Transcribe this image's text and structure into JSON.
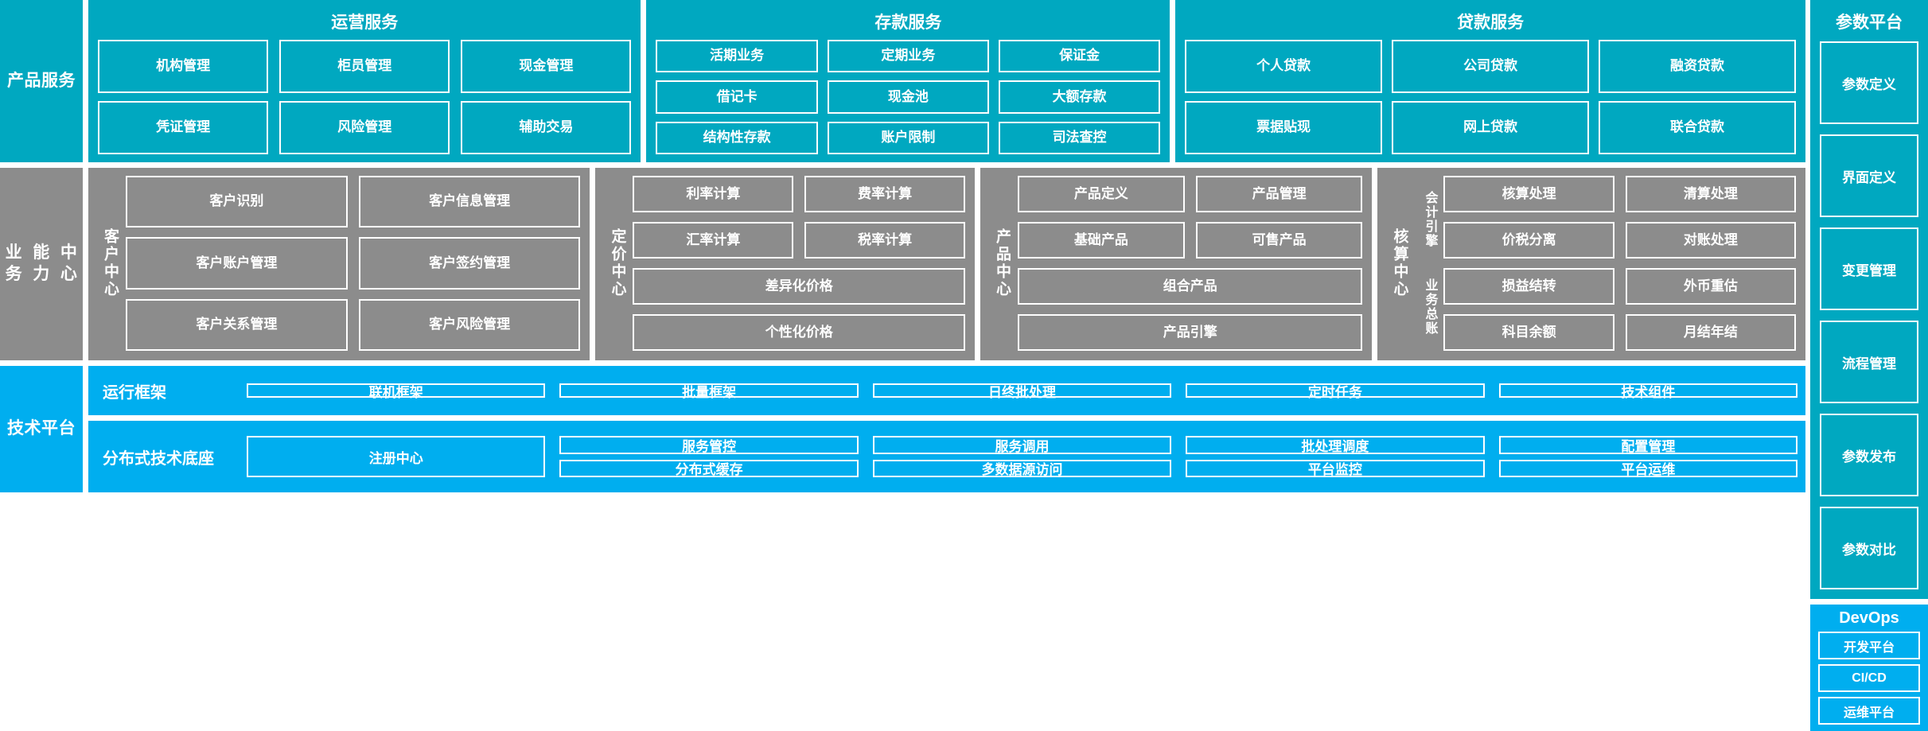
{
  "colors": {
    "teal": "#00A8C0",
    "gray": "#8C8C8C",
    "bright_blue": "#00AEEF",
    "border": "#FFFFFF",
    "text": "#FFFFFF"
  },
  "rows": {
    "product_service": {
      "side_label": "产品\n服务",
      "side_label_line1": "产品",
      "side_label_line2": "服务",
      "blocks": [
        {
          "title": "运营服务",
          "grid": [
            [
              "机构管理",
              "柜员管理",
              "现金管理"
            ],
            [
              "凭证管理",
              "风险管理",
              "辅助交易"
            ]
          ]
        },
        {
          "title": "存款服务",
          "grid": [
            [
              "活期业务",
              "定期业务",
              "保证金"
            ],
            [
              "借记卡",
              "现金池",
              "大额存款"
            ],
            [
              "结构性存款",
              "账户限制",
              "司法查控"
            ]
          ]
        },
        {
          "title": "贷款服务",
          "grid": [
            [
              "个人贷款",
              "公司贷款",
              "融资贷款"
            ],
            [
              "",
              "",
              ""
            ],
            [
              "票据贴现",
              "网上贷款",
              "联合贷款"
            ]
          ]
        }
      ]
    },
    "business_capability": {
      "side_label_line1": "业务",
      "side_label_line2": "能力",
      "side_label_line3": "中心",
      "centers": [
        {
          "label": "客户中心",
          "grid": [
            [
              "客户识别",
              "客户信息管理"
            ],
            [
              "客户账户管理",
              "客户签约管理"
            ],
            [
              "客户关系管理",
              "客户风险管理"
            ]
          ]
        },
        {
          "label": "定价中心",
          "grid": [
            [
              "利率计算",
              "费率计算"
            ],
            [
              "汇率计算",
              "税率计算"
            ]
          ],
          "wide": [
            "差异化价格",
            "个性化价格"
          ]
        },
        {
          "label": "产品中心",
          "grid": [
            [
              "产品定义",
              "产品管理"
            ],
            [
              "基础产品",
              "可售产品"
            ]
          ],
          "wide": [
            "组合产品",
            "产品引擎"
          ]
        },
        {
          "label": "核算中心",
          "sublabels": [
            "会计引擎",
            "业务总账"
          ],
          "grid": [
            [
              "核算处理",
              "清算处理"
            ],
            [
              "价税分离",
              "对账处理"
            ],
            [
              "损益结转",
              "外币重估"
            ],
            [
              "科目余额",
              "月结年结"
            ]
          ]
        }
      ]
    },
    "technical_platform": {
      "side_label_line1": "技术",
      "side_label_line2": "平台",
      "strips": [
        {
          "name": "运行框架",
          "columns": [
            [
              "联机框架"
            ],
            [
              "批量框架"
            ],
            [
              "日终批处理"
            ],
            [
              "定时任务"
            ],
            [
              "技术组件"
            ]
          ]
        },
        {
          "name": "分布式技术底座",
          "columns": [
            [
              "注册中心"
            ],
            [
              "服务管控",
              "分布式缓存"
            ],
            [
              "服务调用",
              "多数据源访问"
            ],
            [
              "批处理调度",
              "平台监控"
            ],
            [
              "配置管理",
              "平台运维"
            ]
          ]
        }
      ]
    }
  },
  "right_rail": {
    "param_platform": {
      "title": "参数平台",
      "items": [
        "参数定义",
        "界面定义",
        "变更管理",
        "流程管理",
        "参数发布",
        "参数对比"
      ]
    },
    "devops": {
      "title": "DevOps",
      "items": [
        "开发平台",
        "CI/CD",
        "运维平台"
      ]
    }
  }
}
